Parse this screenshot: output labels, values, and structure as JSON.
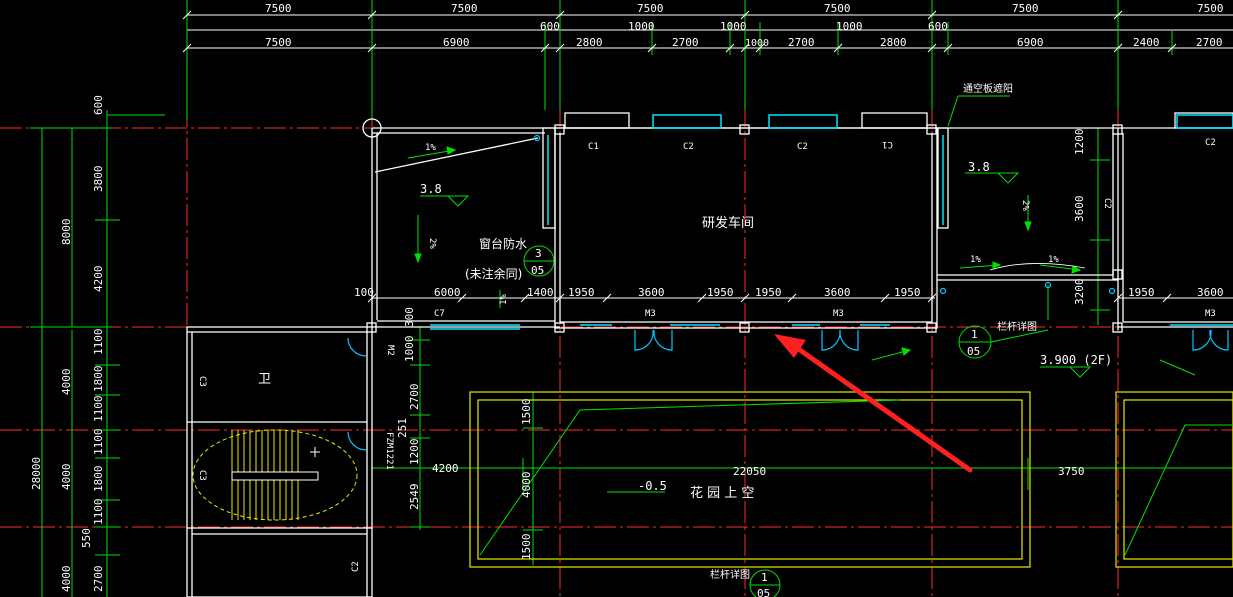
{
  "colors": {
    "background": "#000000",
    "axis_line": "#ff2a2a",
    "dimension_line": "#00e000",
    "wall": "#ffffff",
    "window": "#00e5ff",
    "door_swing": "#00c8ff",
    "garden_outline": "#e8e800",
    "arrow": "#ff2020"
  },
  "dimensions": {
    "top_row1": [
      "7500",
      "7500",
      "7500",
      "7500",
      "7500",
      "7500"
    ],
    "top_row2": [
      "600",
      "1000",
      "1000",
      "600"
    ],
    "top_row3": [
      "7500",
      "6900",
      "2800",
      "2700",
      "1000",
      "2700",
      "2800",
      "6900",
      "2400",
      "2700"
    ],
    "left_outer": [
      "8000",
      "28000"
    ],
    "left_inner": [
      "600",
      "3800",
      "4200",
      "1100",
      "4000",
      "1800",
      "1100",
      "1100",
      "4000",
      "1800",
      "1100",
      "550",
      "4000",
      "2700"
    ],
    "mid_row": [
      "100",
      "6000",
      "1400",
      "1950",
      "3600",
      "1950",
      "1950",
      "3600",
      "1950",
      "1950",
      "3600"
    ],
    "mid_vertical": [
      "300",
      "1000",
      "2700",
      "251",
      "1200",
      "2549"
    ],
    "right_vertical": [
      "1200",
      "3600",
      "3200"
    ],
    "garden": [
      "4200",
      "22050",
      "3750",
      "1500",
      "4000",
      "1500"
    ]
  },
  "labels": {
    "room_main": "研发车间",
    "note_left": "窗台防水",
    "note_left_sub": "(未注余同)",
    "sunshade": "通空板遮阳",
    "railing_detail": "栏杆详图",
    "railing_detail_bottom": "栏杆详图",
    "garden": "花 园 上 空",
    "toilet": "卫"
  },
  "elevations": [
    "3.8",
    "3.8",
    "3.900 (2F)",
    "-0.5"
  ],
  "slopes": [
    "1%",
    "2%",
    "1%",
    "2%",
    "1%",
    "1%"
  ],
  "windows": [
    "C1",
    "C2",
    "C2",
    "C1",
    "C2",
    "C7",
    "C3",
    "C3",
    "C2",
    "C2"
  ],
  "doors": [
    "M3",
    "M3",
    "M3",
    "M2",
    "FZM1221"
  ],
  "callouts": [
    {
      "num": "3",
      "sheet": "05"
    },
    {
      "num": "1",
      "sheet": "05"
    },
    {
      "num": "1",
      "sheet": "05"
    }
  ]
}
